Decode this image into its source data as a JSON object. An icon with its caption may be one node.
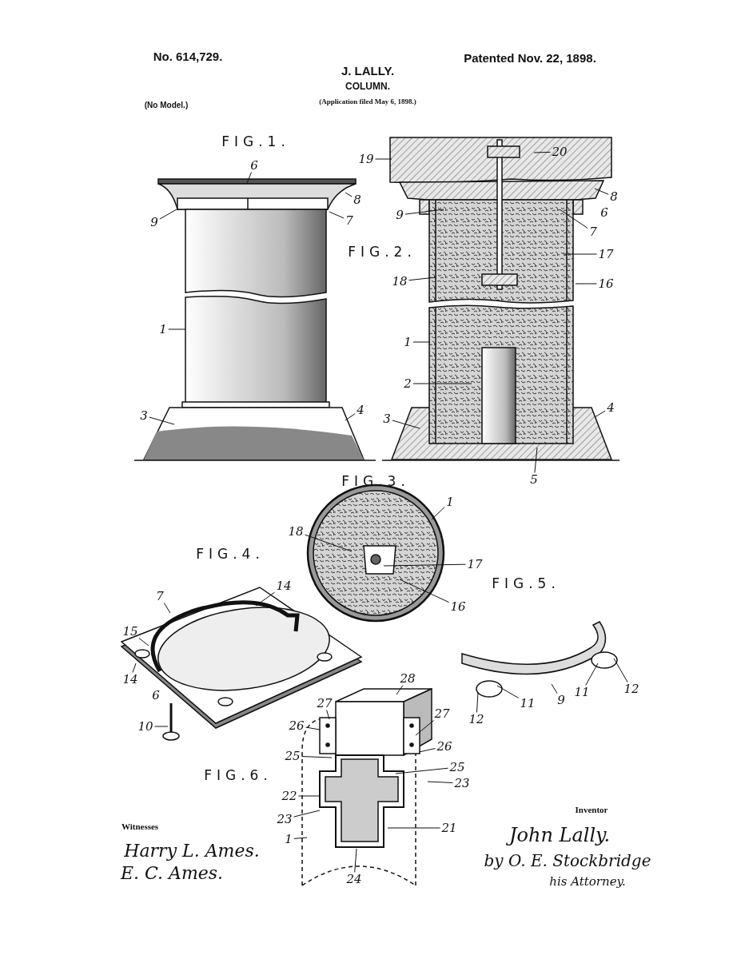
{
  "diagram": {
    "nodes": [
      {
        "text": [
          "20"
        ]
      },
      {
        "text": [
          "19"
        ]
      },
      {
        "text": [
          "6"
        ]
      },
      {
        "text": [
          "8"
        ]
      },
      {
        "text": [
          "8"
        ]
      },
      {
        "text": [
          "9"
        ]
      },
      {
        "text": [
          "7"
        ]
      },
      {
        "text": [
          "9"
        ]
      },
      {
        "text": [
          "7"
        ]
      },
      {
        "text": [
          "17"
        ]
      },
      {
        "text": [
          "18"
        ]
      },
      {
        "text": [
          "16"
        ]
      },
      {
        "text": [
          "1"
        ]
      },
      {
        "text": [
          "1"
        ]
      },
      {
        "text": [
          "2"
        ]
      },
      {
        "text": [
          "4"
        ]
      },
      {
        "text": [
          "4"
        ]
      },
      {
        "text": [
          "3"
        ]
      },
      {
        "text": [
          "3"
        ]
      },
      {
        "text": [
          "5"
        ]
      },
      {
        "text": [
          "1"
        ]
      },
      {
        "text": [
          "18"
        ]
      },
      {
        "text": [
          "17"
        ]
      },
      {
        "text": [
          "16"
        ]
      },
      {
        "text": [
          "7"
        ]
      },
      {
        "text": [
          "14"
        ]
      },
      {
        "text": [
          "15"
        ]
      },
      {
        "text": [
          "14"
        ]
      },
      {
        "text": [
          "10"
        ]
      },
      {
        "text": [
          "11"
        ]
      },
      {
        "text": [
          "12"
        ]
      },
      {
        "text": [
          "11"
        ]
      },
      {
        "text": [
          "9"
        ]
      },
      {
        "text": [
          "12"
        ]
      },
      {
        "text": [
          "28"
        ]
      },
      {
        "text": [
          "27"
        ]
      },
      {
        "text": [
          "27"
        ]
      },
      {
        "text": [
          "26"
        ]
      },
      {
        "text": [
          "26"
        ]
      },
      {
        "text": [
          "25"
        ]
      },
      {
        "text": [
          "25"
        ]
      },
      {
        "text": [
          "23"
        ]
      },
      {
        "text": [
          "22"
        ]
      },
      {
        "text": [
          "23"
        ]
      },
      {
        "text": [
          "1"
        ]
      },
      {
        "text": [
          "21"
        ]
      },
      {
        "text": [
          "24"
        ]
      }
    ],
    "edges": [
      {
        "from": 0,
        "to": null,
        "arrow": "none"
      },
      {
        "from": 1,
        "to": null,
        "arrow": "none"
      },
      {
        "from": 2,
        "to": null,
        "arrow": "none"
      },
      {
        "from": 3,
        "to": null,
        "arrow": "none"
      },
      {
        "from": 4,
        "to": null,
        "arrow": "none"
      },
      {
        "from": 5,
        "to": null,
        "arrow": "none"
      },
      {
        "from": 6,
        "to": null,
        "arrow": "none"
      },
      {
        "from": 7,
        "to": null,
        "arrow": "none"
      },
      {
        "from": 8,
        "to": null,
        "arrow": "none"
      },
      {
        "from": 9,
        "to": null,
        "arrow": "none"
      },
      {
        "from": 10,
        "to": null,
        "arrow": "none"
      },
      {
        "from": 11,
        "to": null,
        "arrow": "none"
      },
      {
        "from": 12,
        "to": null,
        "arrow": "none"
      },
      {
        "from": 13,
        "to": null,
        "arrow": "none"
      },
      {
        "from": 14,
        "to": null,
        "arrow": "none"
      },
      {
        "from": 15,
        "to": null,
        "arrow": "none"
      },
      {
        "from": 16,
        "to": null,
        "arrow": "none"
      },
      {
        "from": 17,
        "to": null,
        "arrow": "none"
      },
      {
        "from": 18,
        "to": null,
        "arrow": "none"
      },
      {
        "from": 19,
        "to": null,
        "arrow": "none"
      },
      {
        "from": 20,
        "to": null,
        "arrow": "none"
      },
      {
        "from": 21,
        "to": null,
        "arrow": "none"
      },
      {
        "from": 22,
        "to": null,
        "arrow": "none"
      },
      {
        "from": 23,
        "to": null,
        "arrow": "none"
      },
      {
        "from": 24,
        "to": null,
        "arrow": "none"
      },
      {
        "from": 25,
        "to": null,
        "arrow": "none"
      },
      {
        "from": 26,
        "to": null,
        "arrow": "none"
      },
      {
        "from": 27,
        "to": null,
        "arrow": "none"
      },
      {
        "from": 28,
        "to": null,
        "arrow": "none"
      },
      {
        "from": 29,
        "to": null,
        "arrow": "none"
      },
      {
        "from": 30,
        "to": null,
        "arrow": "none"
      },
      {
        "from": 31,
        "to": null,
        "arrow": "none"
      },
      {
        "from": 32,
        "to": null,
        "arrow": "none"
      },
      {
        "from": 33,
        "to": null,
        "arrow": "none"
      },
      {
        "from": 34,
        "to": null,
        "arrow": "none"
      },
      {
        "from": 35,
        "to": null,
        "arrow": "none"
      },
      {
        "from": 36,
        "to": null,
        "arrow": "none"
      },
      {
        "from": 37,
        "to": null,
        "arrow": "none"
      },
      {
        "from": 38,
        "to": null,
        "arrow": "none"
      },
      {
        "from": 39,
        "to": null,
        "arrow": "none"
      },
      {
        "from": 40,
        "to": null,
        "arrow": "none"
      },
      {
        "from": 41,
        "to": null,
        "arrow": "none"
      },
      {
        "from": 42,
        "to": null,
        "arrow": "none"
      },
      {
        "from": 43,
        "to": null,
        "arrow": "none"
      },
      {
        "from": 44,
        "to": null,
        "arrow": "none"
      },
      {
        "from": 45,
        "to": null,
        "arrow": "none"
      },
      {
        "from": 46,
        "to": null,
        "arrow": "none"
      }
    ],
    "labels": [
      "No. 614,729.",
      "J. LALLY.",
      "Patented Nov. 22, 1898.",
      "COLUMN.",
      "(No Model.)",
      "(Application filed May 6, 1898.)",
      "FIG.1.",
      "FIG.2.",
      "6",
      "FIG.3.",
      "FIG.4.",
      "FIG.5.",
      "6",
      "FIG.6.",
      "Inventor",
      "Witnesses",
      "John Lally.",
      "Harry L. Ames.",
      "by O. E. Stockbridge",
      "E. C. Ames.",
      "his Attorney."
    ]
  }
}
